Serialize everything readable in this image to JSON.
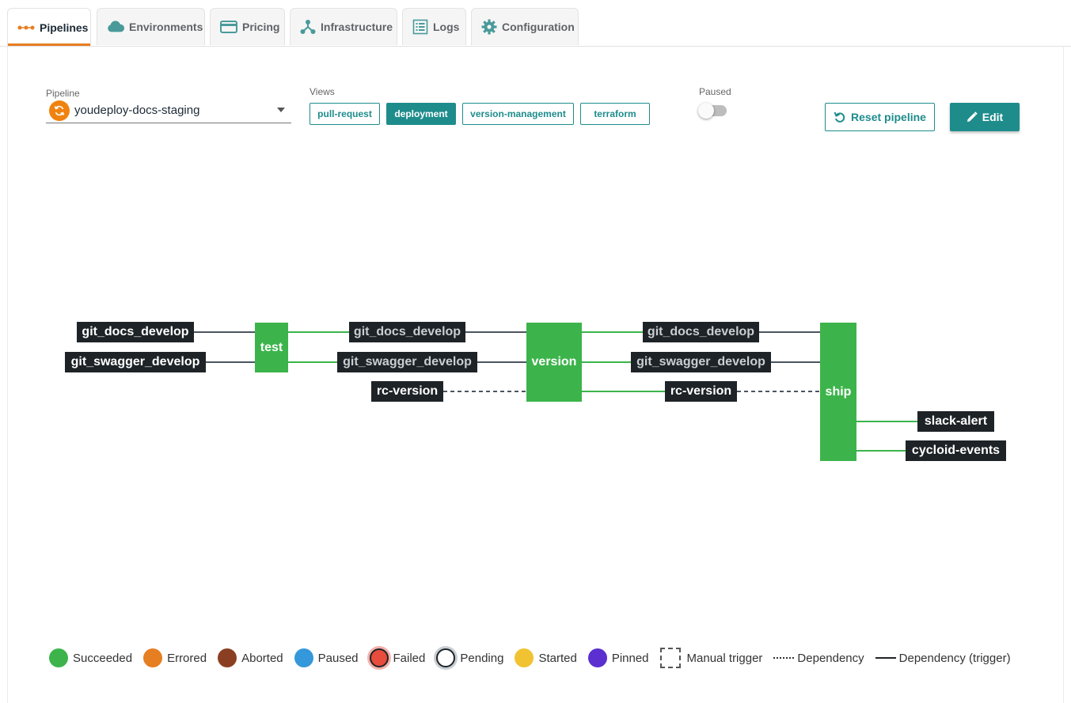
{
  "tabs": [
    {
      "label": "Pipelines",
      "icon": "pipeline-icon",
      "active": true
    },
    {
      "label": "Environments",
      "icon": "cloud-icon",
      "active": false
    },
    {
      "label": "Pricing",
      "icon": "credit-card-icon",
      "active": false
    },
    {
      "label": "Infrastructure",
      "icon": "infrastructure-icon",
      "active": false
    },
    {
      "label": "Logs",
      "icon": "list-icon",
      "active": false
    },
    {
      "label": "Configuration",
      "icon": "gear-icon",
      "active": false
    }
  ],
  "pipeline": {
    "label": "Pipeline",
    "value": "youdeploy-docs-staging",
    "icon": "sync-icon"
  },
  "views": {
    "label": "Views",
    "items": [
      "pull-request",
      "deployment",
      "version-management",
      "terraform"
    ],
    "active": "deployment"
  },
  "paused": {
    "label": "Paused",
    "on": false
  },
  "actions": {
    "reset_label": "Reset pipeline",
    "edit_label": "Edit"
  },
  "graph": {
    "jobs": [
      "test",
      "version",
      "ship"
    ],
    "resources": [
      "git_docs_develop",
      "git_swagger_develop",
      "git_docs_develop",
      "git_swagger_develop",
      "rc-version",
      "git_docs_develop",
      "git_swagger_develop",
      "rc-version",
      "slack-alert",
      "cycloid-events"
    ]
  },
  "legend": [
    {
      "label": "Succeeded",
      "color": "#3cb44b"
    },
    {
      "label": "Errored",
      "color": "#e67e22"
    },
    {
      "label": "Aborted",
      "color": "#8b3f22"
    },
    {
      "label": "Paused",
      "color": "#3498db"
    },
    {
      "label": "Failed",
      "color": "#e74c3c"
    },
    {
      "label": "Pending",
      "color": "#ffffff"
    },
    {
      "label": "Started",
      "color": "#f1c232"
    },
    {
      "label": "Pinned",
      "color": "#5b2fd0"
    },
    {
      "label": "Manual trigger"
    },
    {
      "label": "Dependency"
    },
    {
      "label": "Dependency (trigger)"
    }
  ]
}
